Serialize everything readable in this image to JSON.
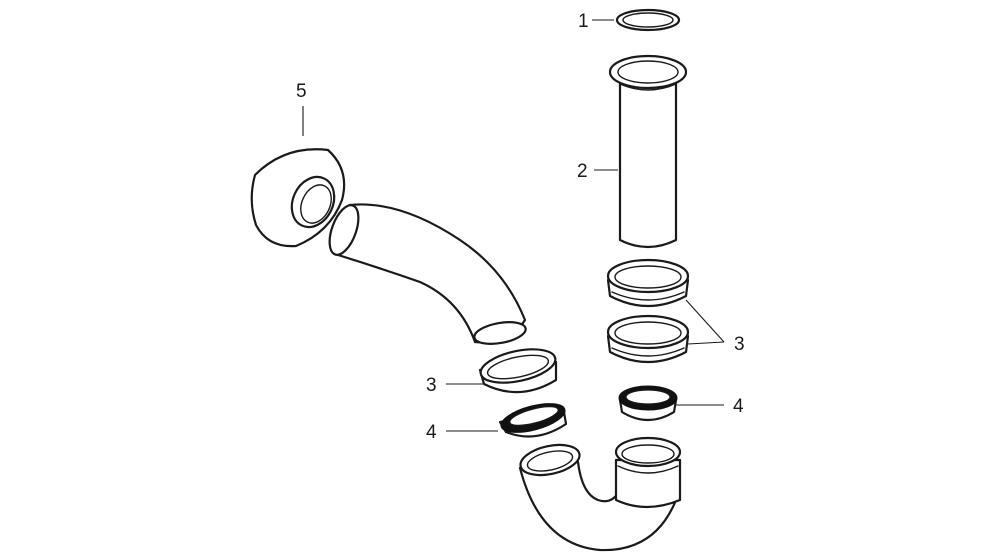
{
  "callouts": {
    "c1": "1",
    "c2": "2",
    "c3_right": "3",
    "c3_left": "3",
    "c4_right": "4",
    "c4_left": "4",
    "c5": "5"
  },
  "colors": {
    "line": "#1a1a1a",
    "background": "#ffffff",
    "gasket_dark": "#111111"
  }
}
